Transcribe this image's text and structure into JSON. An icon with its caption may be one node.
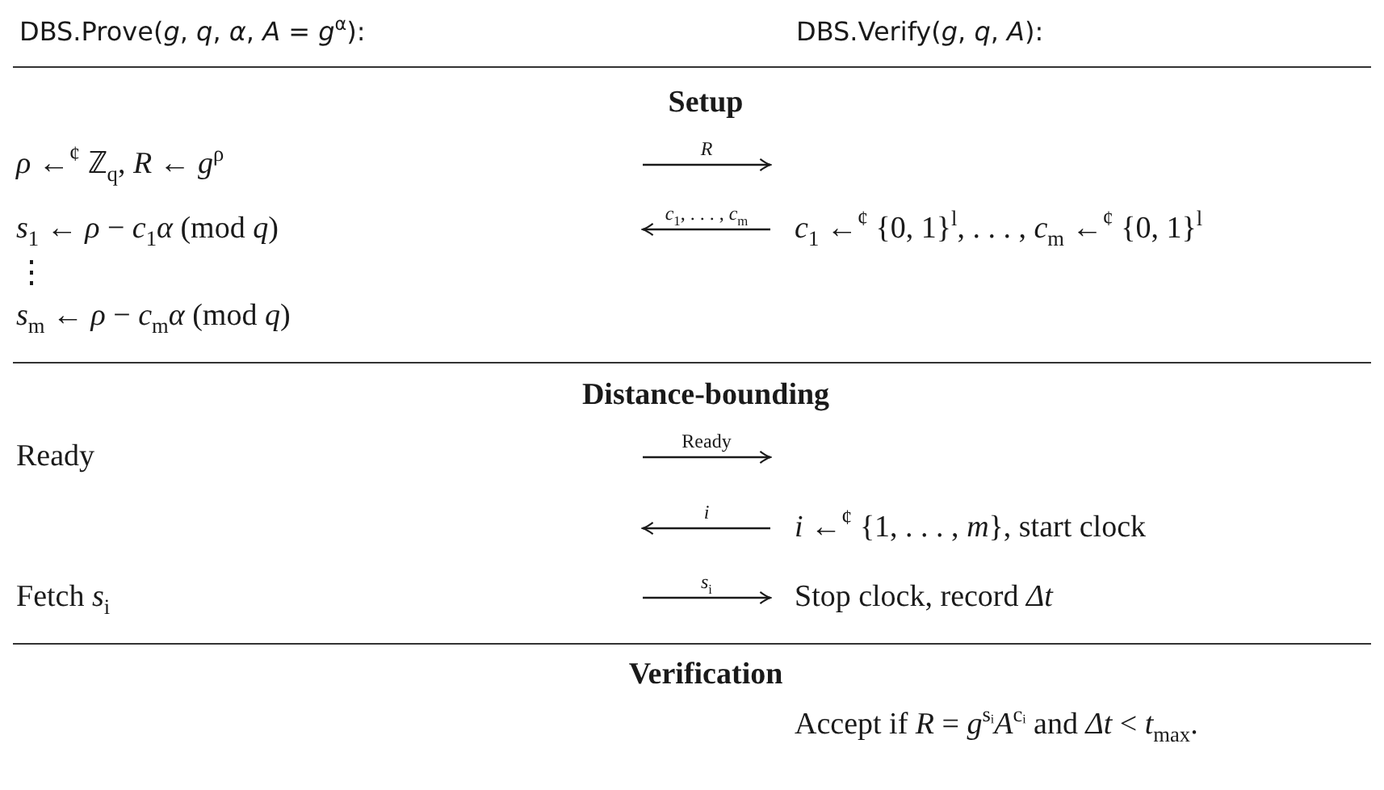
{
  "diagram": {
    "labels": [
      "DBS.Prove(*g*, *q*, *α*, *A* = *g*$^{α}$):",
      "DBS.Verify(*g*, *q*, *A*):",
      "Setup",
      "*ρ* ←$^{¢}$ ℤ$_{q}$, *R* ← *g*$^{ρ}$",
      "*R*",
      "*s*$_{1}$ ← *ρ* − *c*$_{1}$*α*  (mod *q*)",
      "*c*$_{1}$, . . . , *c*$_{m}$",
      "*c*$_{1}$ ←$^{¢}$ {0, 1}$^{l}$, . . . , *c*$_{m}$ ←$^{¢}$ {0, 1}$^{l}$",
      "⋮",
      "*s*$_{m}$ ← *ρ* − *c*$_{m}$*α*  (mod *q*)",
      "Distance-bounding",
      "Ready",
      "Ready",
      "*i*",
      "*i* ←$^{¢}$ {1, . . . , *m*}, start clock",
      "Fetch *s*$_{i}$",
      "*s*$_{i}$",
      "Stop clock, record *Δt*",
      "Verification",
      "Accept if *R* = *g*$^{sᵢ}$*A*$^{cᵢ}$ and *Δt* < *t*$_{max}$."
    ]
  }
}
